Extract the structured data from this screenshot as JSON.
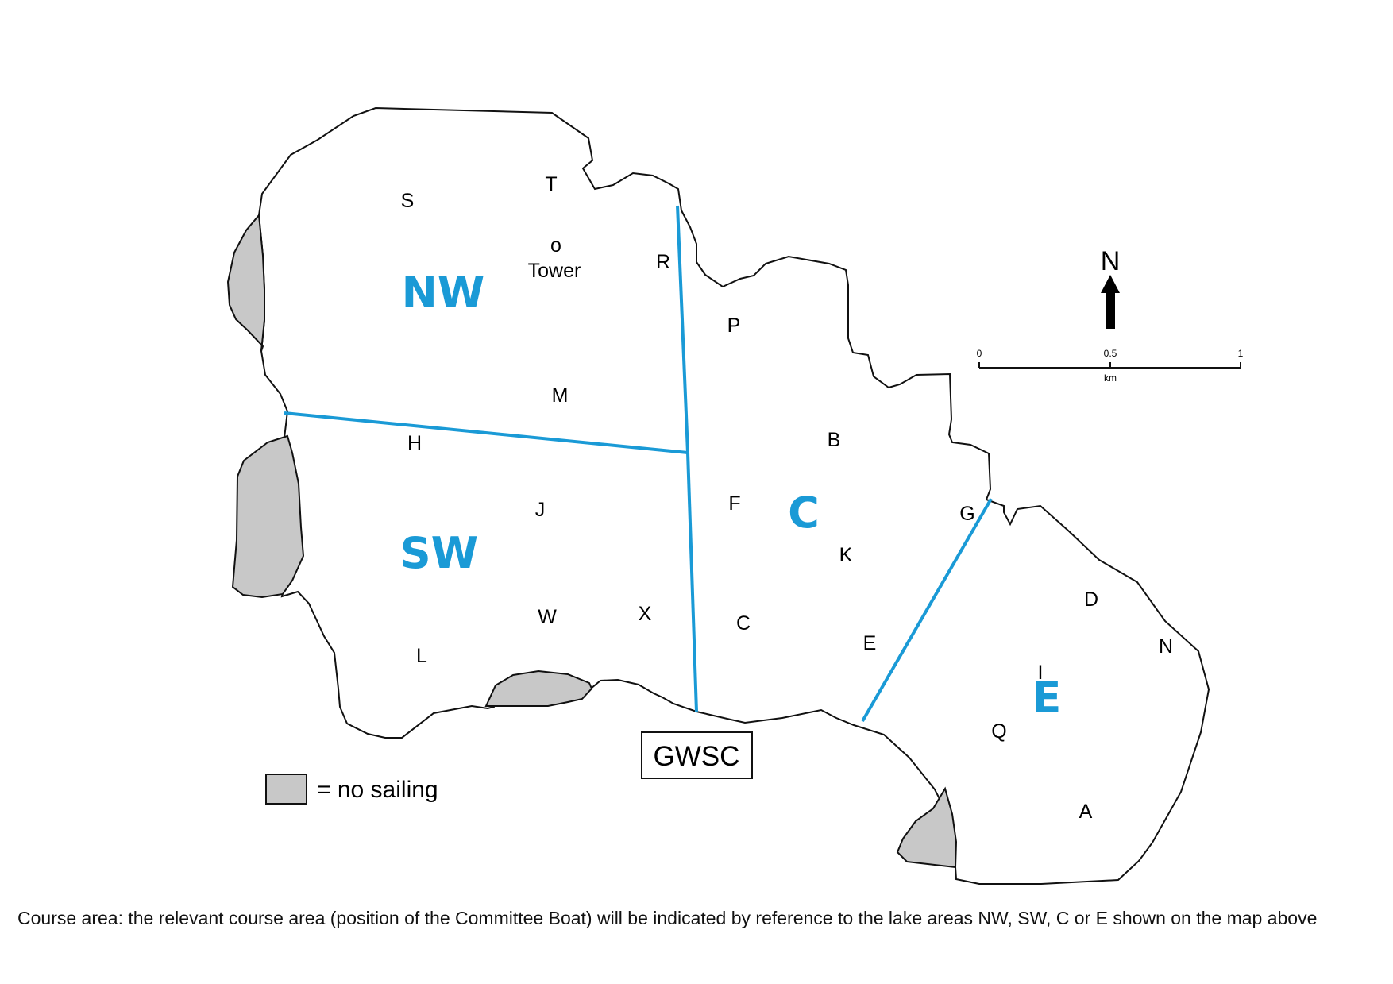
{
  "colors": {
    "water_boundary": "#111111",
    "area_divider": "#1a9ad6",
    "no_sailing_fill": "#c8c8c8",
    "area_label": "#1a9ad6"
  },
  "areas": [
    {
      "id": "nw",
      "label": "NW"
    },
    {
      "id": "sw",
      "label": "SW"
    },
    {
      "id": "c",
      "label": "C"
    },
    {
      "id": "e",
      "label": "E"
    }
  ],
  "marks": [
    {
      "id": "s",
      "label": "S"
    },
    {
      "id": "t",
      "label": "T"
    },
    {
      "id": "tower-o",
      "label": "o"
    },
    {
      "id": "tower",
      "label": "Tower"
    },
    {
      "id": "r",
      "label": "R"
    },
    {
      "id": "p",
      "label": "P"
    },
    {
      "id": "m",
      "label": "M"
    },
    {
      "id": "b",
      "label": "B"
    },
    {
      "id": "h",
      "label": "H"
    },
    {
      "id": "j",
      "label": "J"
    },
    {
      "id": "f",
      "label": "F"
    },
    {
      "id": "g",
      "label": "G"
    },
    {
      "id": "k",
      "label": "K"
    },
    {
      "id": "w",
      "label": "W"
    },
    {
      "id": "x",
      "label": "X"
    },
    {
      "id": "c",
      "label": "C"
    },
    {
      "id": "d",
      "label": "D"
    },
    {
      "id": "l",
      "label": "L"
    },
    {
      "id": "e",
      "label": "E"
    },
    {
      "id": "n",
      "label": "N"
    },
    {
      "id": "i",
      "label": "I"
    },
    {
      "id": "q",
      "label": "Q"
    },
    {
      "id": "a",
      "label": "A"
    }
  ],
  "club": {
    "label": "GWSC"
  },
  "north_arrow": {
    "label": "N"
  },
  "scale_bar": {
    "ticks": [
      "0",
      "0.5",
      "1"
    ],
    "unit": "km"
  },
  "legend": {
    "label": "= no sailing"
  },
  "caption": "Course area: the relevant course area (position of the Committee Boat) will be indicated by reference to the lake areas NW, SW, C or E shown on the map above"
}
